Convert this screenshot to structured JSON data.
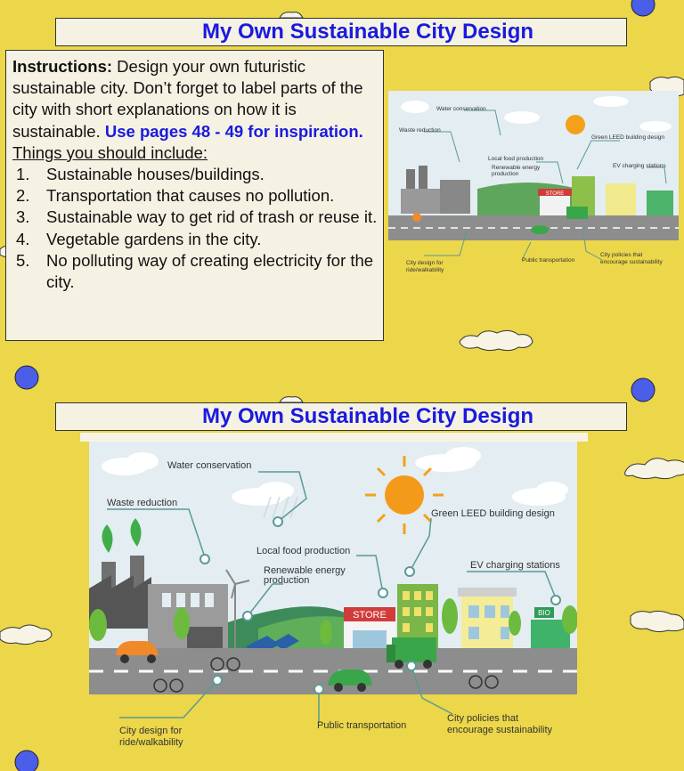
{
  "slide1": {
    "title": "My Own Sustainable City Design",
    "instructions": {
      "lead_bold": "Instructions:",
      "lead_text": " Design your own futuristic sustainable city. Don’t forget to label parts of the city with short explanations on how it is sustainable. ",
      "highlight": "Use pages 48 - 49 for inspiration.",
      "things_heading": "Things you should include:",
      "items": [
        {
          "num": "1.",
          "text": "Sustainable houses/buildings."
        },
        {
          "num": "2.",
          "text": "Transportation that causes no pollution."
        },
        {
          "num": "3.",
          "text": "Sustainable way to get rid of trash or reuse it."
        },
        {
          "num": "4.",
          "text": "Vegetable gardens in the city."
        },
        {
          "num": "5.",
          "text": "No polluting way of creating electricity for the city."
        }
      ]
    }
  },
  "slide2": {
    "title": "My Own Sustainable City Design"
  },
  "city_illustration": {
    "labels": {
      "water": "Water conservation",
      "waste": "Waste reduction",
      "leed": "Green LEED building design",
      "food": "Local food production",
      "renew1": "Renewable energy",
      "renew2": "production",
      "ev": "EV charging stations",
      "store": "STORE",
      "bio": "BIO",
      "city1": "City design for",
      "city2": "ride/walkability",
      "public": "Public transportation",
      "policy1": "City policies that",
      "policy2": "encourage sustainability"
    }
  },
  "colors": {
    "background": "#ecd64a",
    "title": "#1a1adf",
    "panel": "#f5f2e3",
    "road": "#888888",
    "accent_teal": "#5a9a96"
  }
}
